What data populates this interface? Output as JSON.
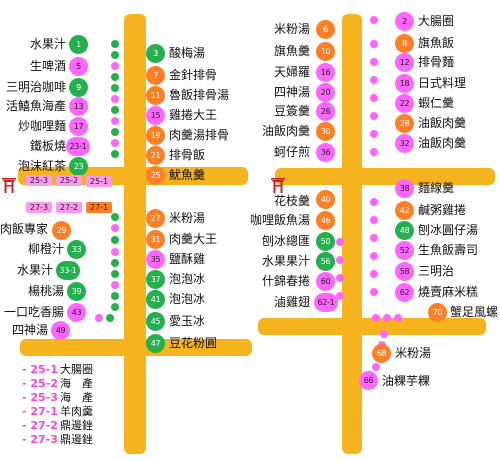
{
  "colors": {
    "road": "#f5b41e",
    "green_stall": "#22b14c",
    "pink_stall": "#ff66ff",
    "orange_stall": "#ff7f27",
    "legend_code": "#ff44dd",
    "gate": "#cc2222"
  },
  "icons": [
    "gate-icon"
  ],
  "stalls": {
    "L1": {
      "code": "1",
      "name": "水果汁"
    },
    "L5": {
      "code": "5",
      "name": "生啤酒"
    },
    "L9": {
      "code": "9",
      "name": "三明治咖啡"
    },
    "L13": {
      "code": "13",
      "name": "活鱚魚海產"
    },
    "L17": {
      "code": "17",
      "name": "炒咖哩麵"
    },
    "L23_1": {
      "code": "23-1",
      "name": "鐵板燒"
    },
    "L23": {
      "code": "23",
      "name": "泡沫紅茶"
    },
    "L29": {
      "code": "29",
      "name": "滷肉飯專家"
    },
    "L33": {
      "code": "33",
      "name": "柳橙汁"
    },
    "L33_1": {
      "code": "33-1",
      "name": "水果汁"
    },
    "L39": {
      "code": "39",
      "name": "楊桃湯"
    },
    "L43": {
      "code": "43",
      "name": "一口吃香腸"
    },
    "L49": {
      "code": "49",
      "name": "四神湯"
    },
    "L3": {
      "code": "3",
      "name": "酸梅湯"
    },
    "L7": {
      "code": "7",
      "name": "金針排骨"
    },
    "L11": {
      "code": "11",
      "name": "魯飯排骨湯"
    },
    "L15": {
      "code": "15",
      "name": "雞捲大王"
    },
    "L19": {
      "code": "19",
      "name": "肉羹湯排骨"
    },
    "L21": {
      "code": "21",
      "name": "排骨飯"
    },
    "L25": {
      "code": "25",
      "name": "魷魚羹"
    },
    "L27": {
      "code": "27",
      "name": "米粉湯"
    },
    "L31": {
      "code": "31",
      "name": "肉羹大王"
    },
    "L35": {
      "code": "35",
      "name": "鹽酥雞"
    },
    "L37": {
      "code": "37",
      "name": "泡泡冰"
    },
    "L41": {
      "code": "41",
      "name": "泡泡冰"
    },
    "L45": {
      "code": "45",
      "name": "愛玉冰"
    },
    "L47": {
      "code": "47",
      "name": "豆花粉圓"
    },
    "R6": {
      "code": "6",
      "name": "米粉湯"
    },
    "R10": {
      "code": "10",
      "name": "旗魚羹"
    },
    "R16": {
      "code": "16",
      "name": "天婦羅"
    },
    "R20": {
      "code": "20",
      "name": "四神湯"
    },
    "R26": {
      "code": "26",
      "name": "豆簽羹"
    },
    "R30": {
      "code": "30",
      "name": "油飯肉羹"
    },
    "R36": {
      "code": "36",
      "name": "蚵仔煎"
    },
    "R40": {
      "code": "40",
      "name": "花枝羹"
    },
    "R46": {
      "code": "46",
      "name": "咖哩飯魚湯"
    },
    "R50": {
      "code": "50",
      "name": "刨冰總匯"
    },
    "R56": {
      "code": "56",
      "name": "水果果汁"
    },
    "R60": {
      "code": "60",
      "name": "什錦春捲"
    },
    "R62_1": {
      "code": "62-1",
      "name": "滷雞翅"
    },
    "R2": {
      "code": "2",
      "name": "大腸圈"
    },
    "R8": {
      "code": "8",
      "name": "旗魚飯"
    },
    "R12": {
      "code": "12",
      "name": "排骨麵"
    },
    "R18": {
      "code": "18",
      "name": "日式料理"
    },
    "R22": {
      "code": "22",
      "name": "蝦仁羹"
    },
    "R28": {
      "code": "28",
      "name": "油飯肉羹"
    },
    "R32": {
      "code": "32",
      "name": "油飯肉羹"
    },
    "R38": {
      "code": "38",
      "name": "麵線羹"
    },
    "R42": {
      "code": "42",
      "name": "鹹粥雞捲"
    },
    "R48": {
      "code": "48",
      "name": "刨冰圓仔湯"
    },
    "R52": {
      "code": "52",
      "name": "生魚飯壽司"
    },
    "R58": {
      "code": "58",
      "name": "三明治"
    },
    "R62": {
      "code": "62",
      "name": "燒賣麻米糕"
    },
    "R70": {
      "code": "70",
      "name": "蟹足風螺"
    },
    "R68": {
      "code": "68",
      "name": "米粉湯"
    },
    "R66": {
      "code": "66",
      "name": "油粿芋粿"
    }
  },
  "tags": {
    "t25_3": "25-3",
    "t25_2": "25-2",
    "t25_1": "25-1",
    "t27_3": "27-3",
    "t27_2": "27-2",
    "t27_1": "27-1"
  },
  "legend": [
    {
      "code": "- 25-1",
      "name": "大腸圈"
    },
    {
      "code": "- 25-2",
      "name": "海　產"
    },
    {
      "code": "- 25-3",
      "name": "海　產"
    },
    {
      "code": "- 27-1",
      "name": "羊肉羹"
    },
    {
      "code": "- 27-2",
      "name": "鼎邊銼"
    },
    {
      "code": "- 27-3",
      "name": "鼎邊銼"
    }
  ]
}
